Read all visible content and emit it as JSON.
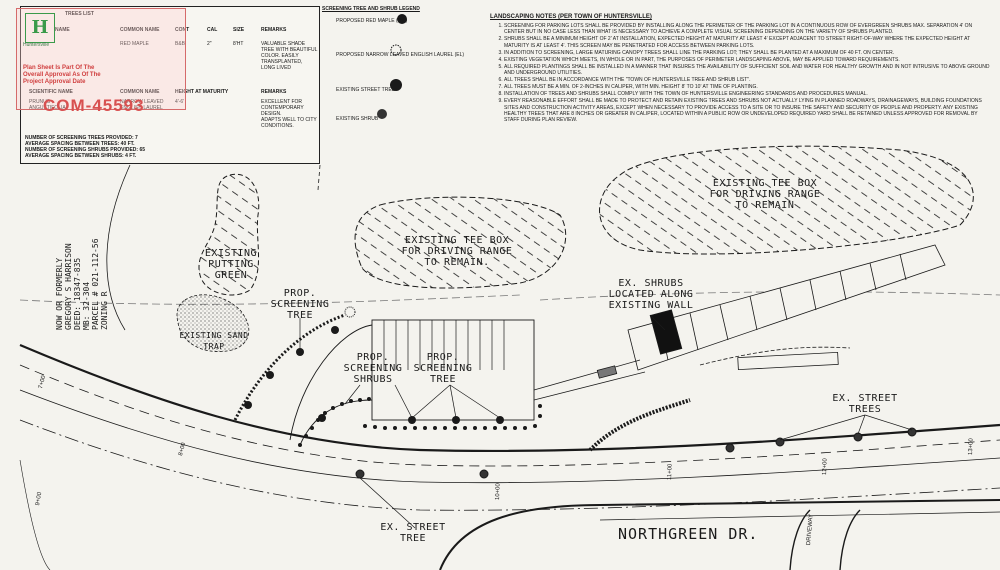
{
  "stamp": {
    "logo_text": "Huntersville",
    "text_lines": [
      "Plan Sheet Is Part Of The",
      "Overall Approval As Of The",
      "Project Approval Date"
    ],
    "permit_number": "COM-45593"
  },
  "schedule": {
    "trees_list_title": "TREES LIST",
    "header_name": "NAME",
    "header_common": "COMMON NAME",
    "header_cont": "CONT",
    "header_cal": "CAL",
    "header_size": "SIZE",
    "header_remarks": "REMARKS",
    "tree_common": "RED MAPLE",
    "tree_cont": "B&B",
    "tree_cal": "2\"",
    "tree_size": "8'HT",
    "tree_remarks": [
      "VALUABLE SHADE",
      "TREE WITH BEAUTIFUL",
      "COLOR. EASILY",
      "TRANSPLANTED,",
      "LONG LIVED"
    ],
    "shrubs_header_scientific": "SCIENTIFIC NAME",
    "shrubs_header_common": "COMMON NAME",
    "shrubs_header_height": "HEIGHT AT MATURITY",
    "shrubs_header_remarks": "REMARKS",
    "shrub_scientific": [
      "PRUNUS",
      "ANGUSTIFOLIA"
    ],
    "shrub_common": [
      "NARROW LEAVED",
      "ENGLISH LAUREL"
    ],
    "shrub_height": "4'-6'",
    "shrub_remarks": [
      "EXCELLENT FOR",
      "CONTEMPORARY",
      "DESIGN.",
      "ADAPTS WELL TO CITY",
      "CONDITIONS."
    ],
    "summary": [
      "NUMBER OF SCREENING TREES PROVIDED: 7",
      "AVERAGE SPACING BETWEEN TREES: 40 FT.",
      "NUMBER OF SCREENING SHRUBS PROVIDED: 65",
      "AVERAGE SPACING BETWEEN SHRUBS: 4 FT."
    ]
  },
  "legend": {
    "title": "SCREENING TREE AND SHRUB LEGEND",
    "items": [
      "PROPOSED RED MAPLE (RM)",
      "PROPOSED NARROW LEAVED ENGLISH LAUREL (EL)",
      "EXISTING STREET TREE",
      "EXISTING SHRUB"
    ]
  },
  "notes": {
    "title": "LANDSCAPING NOTES (PER TOWN OF HUNTERSVILLE)",
    "items": [
      "SCREENING FOR PARKING LOTS SHALL BE PROVIDED BY INSTALLING ALONG THE PERIMETER OF THE PARKING LOT IN A CONTINUOUS ROW OF EVERGREEN SHRUBS MAX. SEPARATION 4' ON CENTER BUT IN NO CASE LESS THAN WHAT IS NECESSARY TO ACHIEVE A COMPLETE VISUAL SCREENING DEPENDING ON THE VARIETY OF SHRUBS PLANTED.",
      "SHRUBS SHALL BE A MINIMUM HEIGHT OF 2' AT INSTALLATION, EXPECTED HEIGHT AT MATURITY AT LEAST 4' EXCEPT ADJACENT TO STREET RIGHT-OF-WAY WHERE THE EXPECTED HEIGHT AT MATURITY IS AT LEAST 4'. THIS SCREEN MAY BE PENETRATED FOR ACCESS BETWEEN PARKING LOTS.",
      "IN ADDITION TO SCREENING, LARGE MATURING CANOPY TREES SHALL LINE THE PARKING LOT; THEY SHALL BE PLANTED AT A MAXIMUM OF 40 FT. ON CENTER.",
      "EXISTING VEGETATION WHICH MEETS, IN WHOLE OR IN PART, THE PURPOSES OF PERIMETER LANDSCAPING ABOVE, MAY BE APPLIED TOWARD REQUIREMENTS.",
      "ALL REQUIRED PLANTINGS SHALL BE INSTALLED IN A MANNER THAT INSURES THE AVAILABILITY OF SUFFICIENT SOIL AND WATER FOR HEALTHY GROWTH AND IN NOT INTRUSIVE TO ABOVE GROUND AND UNDERGROUND UTILITIES.",
      "ALL TREES SHALL BE IN ACCORDANCE WITH THE \"TOWN OF HUNTERSVILLE TREE AND SHRUB LIST\".",
      "ALL TREES MUST BE A MIN. OF 2-INCHES IN CALIPER, WITH MIN. HEIGHT 8' TO 10' AT TIME OF PLANTING.",
      "INSTALLATION OF TREES AND SHRUBS SHALL COMPLY WITH THE TOWN OF HUNTERSVILLE ENGINEERING STANDARDS AND PROCEDURES MANUAL.",
      "EVERY REASONABLE EFFORT SHALL BE MADE TO PROTECT AND RETAIN EXISTING TREES AND SHRUBS NOT ACTUALLY LYING IN PLANNED ROADWAYS, DRAINAGEWAYS, BUILDING FOUNDATIONS SITES AND CONSTRUCTION ACTIVITY AREAS, EXCEPT WHEN NECESSARY TO PROVIDE ACCESS TO A SITE OR TO INSURE THE SAFETY AND SECURITY OF PEOPLE AND PROPERTY. ANY EXISTING HEALTHY TREES THAT ARE 8 INCHES OR GREATER IN CALIPER, LOCATED WITHIN A PUBLIC ROW OR UNDEVELOPED REQUIRED YARD SHALL BE RETAINED UNLESS APPROVED FOR REMOVAL BY STAFF DURING PLAN REVIEW."
    ]
  },
  "labels": {
    "tee_box_right": [
      "EXISTING TEE BOX",
      "FOR DRIVING RANGE",
      "TO REMAIN"
    ],
    "tee_box_center": [
      "EXISTING TEE BOX",
      "FOR DRIVING RANGE",
      "TO REMAIN."
    ],
    "putting_green": [
      "EXISTING",
      "PUTTING",
      "GREEN"
    ],
    "sand_trap": [
      "EXISTING SAND",
      "TRAP"
    ],
    "prop_screening_tree_left": [
      "PROP.",
      "SCREENING",
      "TREE"
    ],
    "prop_screening_shrubs": [
      "PROP.",
      "SCREENING",
      "SHRUBS"
    ],
    "prop_screening_tree_center": [
      "PROP.",
      "SCREENING",
      "TREE"
    ],
    "ex_shrubs_wall": [
      "EX. SHRUBS",
      "LOCATED ALONG",
      "EXISTING WALL"
    ],
    "ex_street_trees_right": [
      "EX. STREET",
      "TREES"
    ],
    "ex_street_tree_bottom": [
      "EX. STREET",
      "TREE"
    ],
    "road_name": "NORTHGREEN DR.",
    "driveway": "DRIVEWAY",
    "owner_lines": [
      "NOW OR FORMERLY",
      "GREGORY S HARRISON",
      "DEED: 18347-835",
      "MB: 32-304",
      "PARCEL # 021-112-56",
      "ZONING R"
    ],
    "stations": [
      "7+00",
      "8+00",
      "9+00",
      "10+00",
      "11+00",
      "12+00",
      "13+00"
    ]
  },
  "colors": {
    "paper": "#f4f3ee",
    "ink": "#1a1a1a",
    "stamp_red": "#d04040",
    "logo_green": "#3a9a4a"
  }
}
